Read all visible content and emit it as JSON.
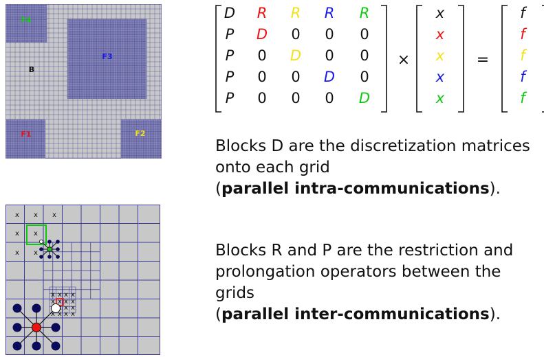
{
  "colors": {
    "red": "#ee1111",
    "yellow": "#f2e21a",
    "blue": "#1a1ae6",
    "green": "#10c810",
    "black": "#111111",
    "grid_bg": "#c8c8c8",
    "grid_line": "#3c3c9a"
  },
  "grid_figure": {
    "labels": {
      "f4": "F4",
      "f3": "F3",
      "b": "B",
      "f1": "F1",
      "f2": "F2"
    }
  },
  "stencil_figure": {
    "x_mark": "x"
  },
  "matrix": {
    "rows": [
      [
        {
          "t": "D",
          "c": "black"
        },
        {
          "t": "R",
          "c": "red"
        },
        {
          "t": "R",
          "c": "yellow"
        },
        {
          "t": "R",
          "c": "blue"
        },
        {
          "t": "R",
          "c": "green"
        }
      ],
      [
        {
          "t": "P",
          "c": "black"
        },
        {
          "t": "D",
          "c": "red"
        },
        {
          "t": "0",
          "c": "black"
        },
        {
          "t": "0",
          "c": "black"
        },
        {
          "t": "0",
          "c": "black"
        }
      ],
      [
        {
          "t": "P",
          "c": "black"
        },
        {
          "t": "0",
          "c": "black"
        },
        {
          "t": "D",
          "c": "yellow"
        },
        {
          "t": "0",
          "c": "black"
        },
        {
          "t": "0",
          "c": "black"
        }
      ],
      [
        {
          "t": "P",
          "c": "black"
        },
        {
          "t": "0",
          "c": "black"
        },
        {
          "t": "0",
          "c": "black"
        },
        {
          "t": "D",
          "c": "blue"
        },
        {
          "t": "0",
          "c": "black"
        }
      ],
      [
        {
          "t": "P",
          "c": "black"
        },
        {
          "t": "0",
          "c": "black"
        },
        {
          "t": "0",
          "c": "black"
        },
        {
          "t": "0",
          "c": "black"
        },
        {
          "t": "D",
          "c": "green"
        }
      ]
    ],
    "x_vector": [
      {
        "t": "x",
        "c": "black"
      },
      {
        "t": "x",
        "c": "red"
      },
      {
        "t": "x",
        "c": "yellow"
      },
      {
        "t": "x",
        "c": "blue"
      },
      {
        "t": "x",
        "c": "green"
      }
    ],
    "f_vector": [
      {
        "t": "f",
        "c": "black"
      },
      {
        "t": "f",
        "c": "red"
      },
      {
        "t": "f",
        "c": "yellow"
      },
      {
        "t": "f",
        "c": "blue"
      },
      {
        "t": "f",
        "c": "green"
      }
    ],
    "times": "×",
    "equals": "="
  },
  "text": {
    "block1_plain": "Blocks D are the discretization matrices onto each grid",
    "block1_open": "(",
    "block1_bold": "parallel intra-communications",
    "block1_close": ").",
    "block2_plain": "Blocks R and P are the restriction and prolongation operators between the grids",
    "block2_open": "(",
    "block2_bold": "parallel inter-communications",
    "block2_close": ")."
  }
}
